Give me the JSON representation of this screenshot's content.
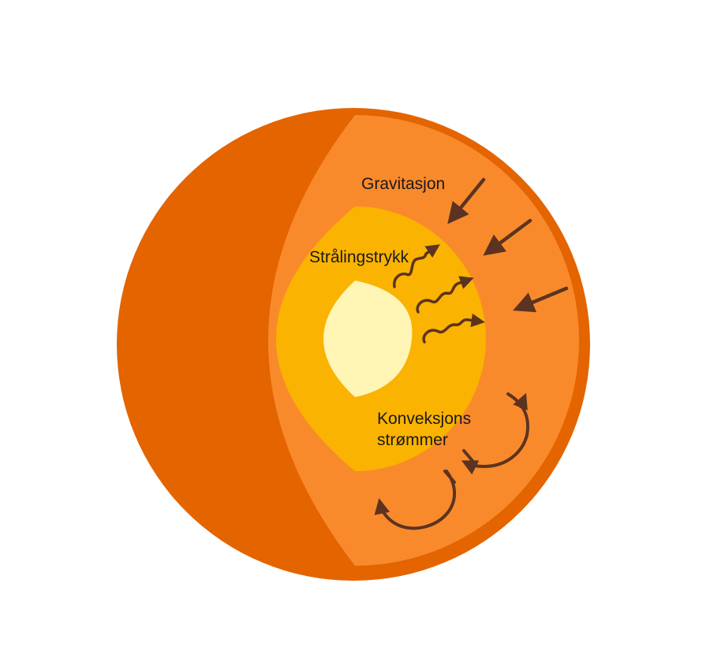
{
  "diagram": {
    "labels": {
      "gravity": "Gravitasjon",
      "radiation": "Strålingstrykk",
      "convection_line1": "Konveksjons",
      "convection_line2": "strømmer"
    },
    "colors": {
      "outer_shell": "#e46400",
      "convective_zone": "#f98a2c",
      "radiative_zone": "#fab300",
      "core": "#fff5b5",
      "arrows": "#5c3320",
      "text": "#1a1a1a"
    },
    "icons": {
      "gravity_arrows": "straight-inward-arrow",
      "radiation_arrows": "wavy-outward-arrow",
      "convection_arrows": "circular-loop-arrow"
    }
  }
}
